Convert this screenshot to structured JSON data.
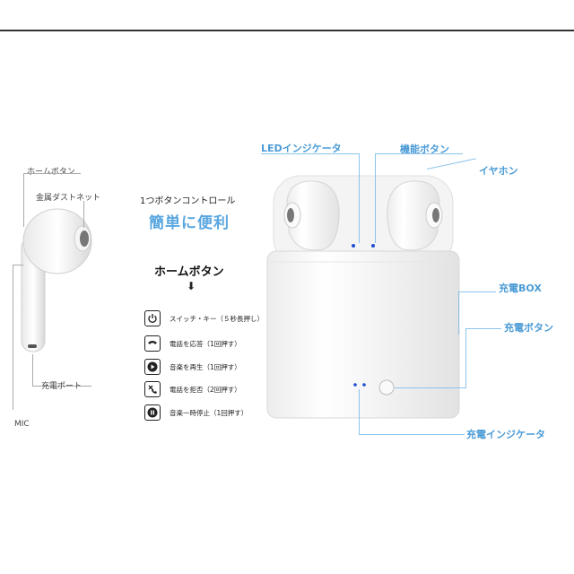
{
  "left_labels": {
    "home_button": "ホームボタン",
    "dust_net": "金属ダストネット",
    "charge_port": "充電ポート",
    "mic": "MIC"
  },
  "center": {
    "subtitle": "1つボタンコントロール",
    "headline": "簡単に便利",
    "home_button_title": "ホームボタン",
    "features": [
      {
        "icon": "power-icon",
        "text": "スイッチ・キー（５秒長押し）"
      },
      {
        "icon": "phone-icon",
        "text": "電話を応答（1回押す）"
      },
      {
        "icon": "play-icon",
        "text": "音楽を再生（1回押す）"
      },
      {
        "icon": "hangup-icon",
        "text": "電話を拒否（2回押す）"
      },
      {
        "icon": "pause-icon",
        "text": "音楽一時停止（1回押す）"
      }
    ]
  },
  "right_labels": {
    "led_indicator": "LEDインジケータ",
    "function_button": "機能ボタン",
    "earphone": "イヤホン",
    "charge_box": "充電BOX",
    "charge_button": "充電ボタン",
    "charge_indicator": "充電インジケータ"
  },
  "colors": {
    "accent": "#4a9bd6",
    "headline": "#5aa7e0"
  }
}
